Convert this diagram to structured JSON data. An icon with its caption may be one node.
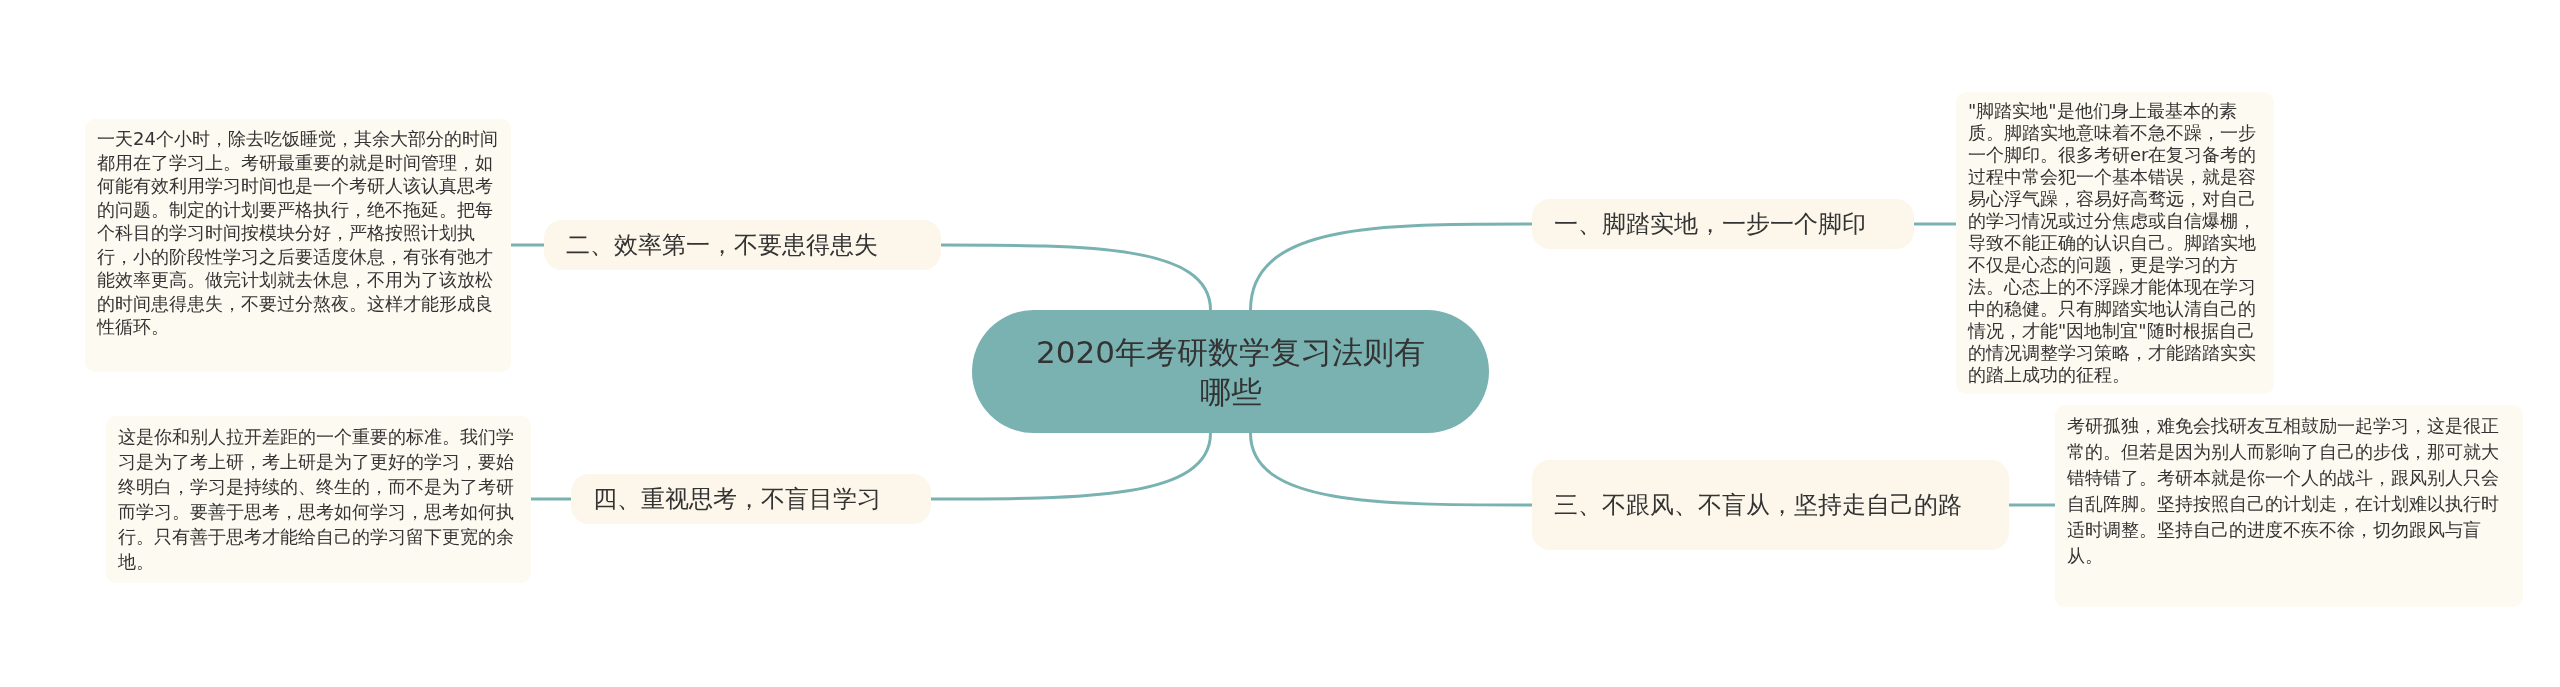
{
  "diagram": {
    "nodes": [
      {
        "text": [
          "2020年考研数学复习法则有哪些"
        ]
      },
      {
        "text": [
          "一、脚踏实地，一步一个脚印"
        ]
      },
      {
        "text": [
          "\"脚踏实地\"是他们身上最基本的素质。脚踏实地意味着不急不躁，一步一个脚印。很多考研er在复习备考的过程中常会犯一个基本错误，就是容易心浮气躁，容易好高骛远，对自己的学习情况或过分焦虑或自信爆棚，导致不能正确的认识自己。脚踏实地不仅是心态的问题，更是学习的方法。心态上的不浮躁才能体现在学习中的稳健。只有脚踏实地认清自己的情况，才能\"因地制宜\"随时根据自己的情况调整学习策略，才能踏踏实实的踏上成功的征程。"
        ]
      },
      {
        "text": [
          "二、效率第一，不要患得患失"
        ]
      },
      {
        "text": [
          "一天24个小时，除去吃饭睡觉，其余大部分的时间都用在了学习上。考研最重要的就是时间管理，如何能有效利用学习时间也是一个考研人该认真思考的问题。制定的计划要严格执行，绝不拖延。把每个科目的学习时间按模块分好，严格按照计划执行，小的阶段性学习之后要适度休息，有张有弛才能效率更高。做完计划就去休息，不用为了该放松的时间患得患失，不要过分熬夜。这样才能形成良性循环。"
        ]
      },
      {
        "text": [
          "三、不跟风、不盲从，坚持走自己的路"
        ]
      },
      {
        "text": [
          "考研孤独，难免会找研友互相鼓励一起学习，这是很正常的。但若是因为别人而影响了自己的步伐，那可就大错特错了。考研本就是你一个人的战斗，跟风别人只会自乱阵脚。坚持按照自己的计划走，在计划难以执行时适时调整。坚持自己的进度不疾不徐，切勿跟风与盲从。"
        ]
      },
      {
        "text": [
          "四、重视思考，不盲目学习"
        ]
      },
      {
        "text": [
          "这是你和别人拉开差距的一个重要的标准。我们学习是为了考上研，考上研是为了更好的学习，要始终明白，学习是持续的、终生的，而不是为了考研而学习。要善于思考，思考如何学习，思考如何执行。只有善于思考才能给自己的学习留下更宽的余地。"
        ]
      }
    ],
    "edges": [
      {
        "from": 0,
        "to": 1,
        "arrow": "none"
      },
      {
        "from": 1,
        "to": 2,
        "arrow": "none"
      },
      {
        "from": 0,
        "to": 3,
        "arrow": "none"
      },
      {
        "from": 3,
        "to": 4,
        "arrow": "none"
      },
      {
        "from": 0,
        "to": 5,
        "arrow": "none"
      },
      {
        "from": 5,
        "to": 6,
        "arrow": "none"
      },
      {
        "from": 0,
        "to": 7,
        "arrow": "none"
      },
      {
        "from": 7,
        "to": 8,
        "arrow": "none"
      }
    ]
  }
}
